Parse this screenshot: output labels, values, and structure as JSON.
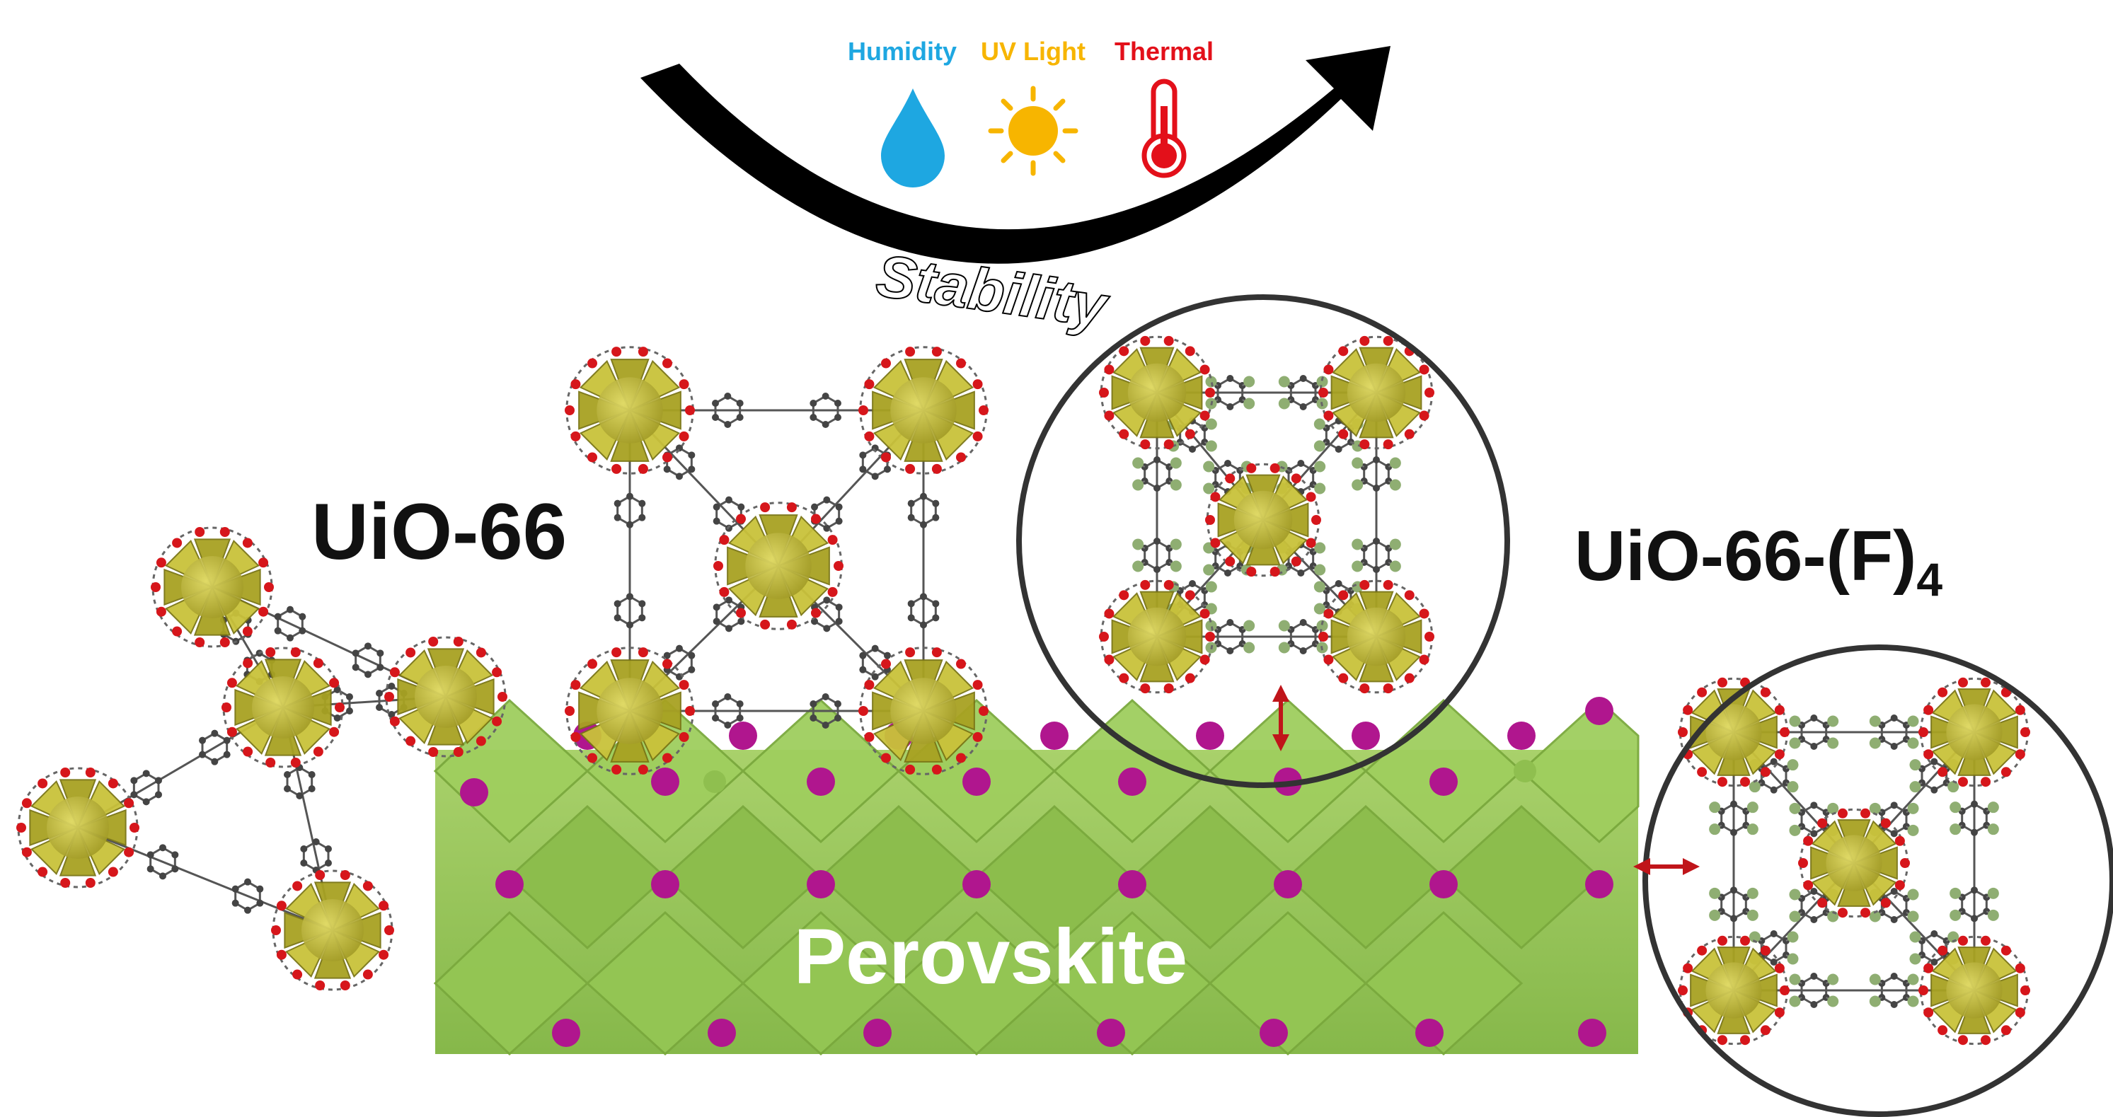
{
  "stressors": [
    {
      "label": "Humidity",
      "icon": "water-drop-icon",
      "color": "#1ea7e1"
    },
    {
      "label": "UV Light",
      "icon": "sun-icon",
      "color": "#f7b500"
    },
    {
      "label": "Thermal",
      "icon": "thermometer-icon",
      "color": "#e3101a"
    }
  ],
  "arrow_label": "Stability",
  "labels": {
    "mof_left": "UiO-66",
    "mof_right_main": "UiO-66-(F)",
    "mof_right_subscript": "4",
    "substrate": "Perovskite"
  },
  "colors": {
    "perovskite": "#8fbf4f",
    "perovskite_shade": "#6f9d38",
    "a_site_atom": "#b0168e",
    "zr_cluster": "#c9c23a",
    "oxygen": "#d6161b",
    "carbon": "#444444",
    "fluorine": "#8fae72",
    "spacing_arrow": "#c0151a",
    "arrow": "#000000"
  }
}
